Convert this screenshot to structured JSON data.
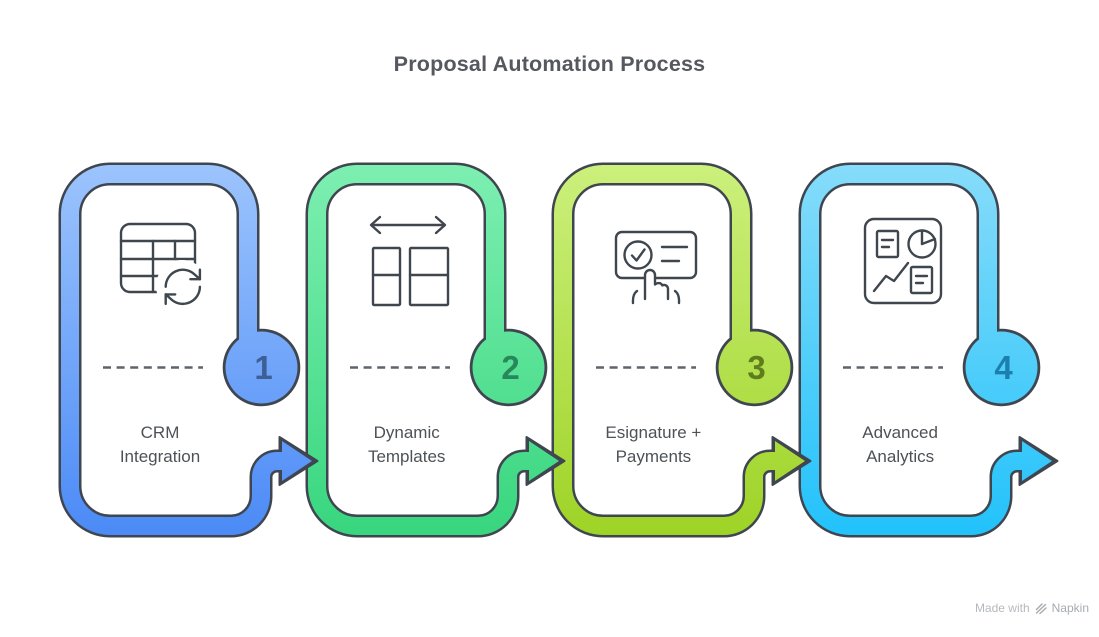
{
  "title": "Proposal Automation Process",
  "footer": {
    "made_with": "Made with",
    "brand": "Napkin"
  },
  "colors": {
    "outline": "#3f4650",
    "icon_stroke": "#3f464e",
    "dash": "#5e646b",
    "label_text": "#4d5257",
    "title_text": "#55585e"
  },
  "steps": [
    {
      "number": "1",
      "label_lines": [
        "CRM",
        "Integration"
      ],
      "icon": "table-sync-icon",
      "color_top": "#9cc4fd",
      "color_bottom": "#4b8af6",
      "number_color": "#3d5f95"
    },
    {
      "number": "2",
      "label_lines": [
        "Dynamic",
        "Templates"
      ],
      "icon": "columns-width-icon",
      "color_top": "#7defb1",
      "color_bottom": "#38d67e",
      "number_color": "#27885c"
    },
    {
      "number": "3",
      "label_lines": [
        "Esignature +",
        "Payments"
      ],
      "icon": "esign-tap-icon",
      "color_top": "#ccf07c",
      "color_bottom": "#9ed326",
      "number_color": "#5f7d1d"
    },
    {
      "number": "4",
      "label_lines": [
        "Advanced",
        "Analytics"
      ],
      "icon": "analytics-dashboard-icon",
      "color_top": "#86dcfa",
      "color_bottom": "#22c2fb",
      "number_color": "#1d7fae"
    }
  ]
}
